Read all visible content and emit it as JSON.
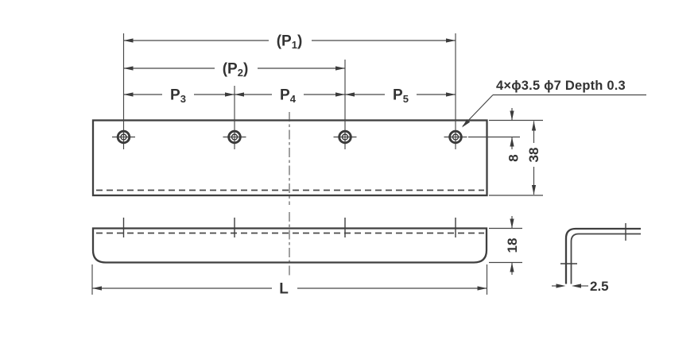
{
  "dimensions": {
    "p1": {
      "pre": "(P",
      "sub": "1",
      "post": ")"
    },
    "p2": {
      "pre": "(P",
      "sub": "2",
      "post": ")"
    },
    "p3": {
      "pre": "P",
      "sub": "3",
      "post": ""
    },
    "p4": {
      "pre": "P",
      "sub": "4",
      "post": ""
    },
    "p5": {
      "pre": "P",
      "sub": "5",
      "post": ""
    },
    "hole_to_top_edge": "8",
    "plate_width": "38",
    "front_height": "18",
    "overall_length": "L",
    "material_thickness": "2.5"
  },
  "annotations": {
    "hole_spec": "4×ϕ3.5 ϕ7 Depth 0.3"
  },
  "colors": {
    "line": "#3f3f3f",
    "text": "#333333",
    "background": "#ffffff"
  }
}
